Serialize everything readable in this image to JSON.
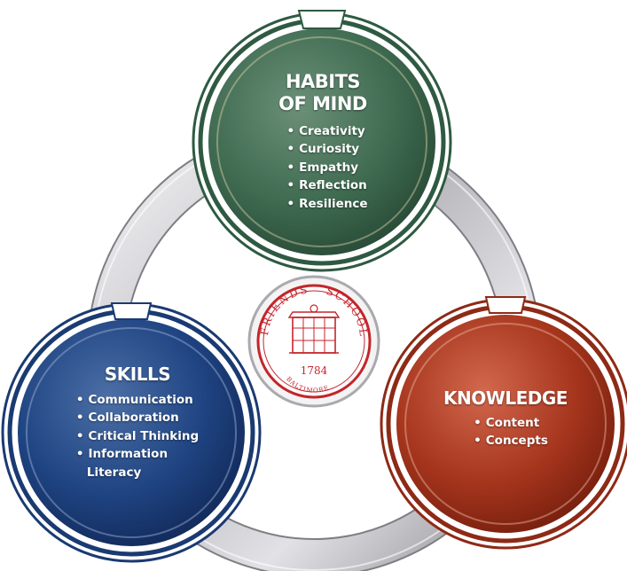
{
  "diagram": {
    "habits": {
      "title_line1": "HABITS",
      "title_line2": "OF MIND",
      "items": [
        "Creativity",
        "Curiosity",
        "Empathy",
        "Reflection",
        "Resilience"
      ]
    },
    "skills": {
      "title": "SKILLS",
      "items": [
        "Communication",
        "Collaboration",
        "Critical Thinking",
        "Information"
      ],
      "item_continuation": "Literacy"
    },
    "knowledge": {
      "title": "KNOWLEDGE",
      "items": [
        "Content",
        "Concepts"
      ]
    },
    "seal": {
      "text_friends": "FRIENDS",
      "text_school": "SCHOOL",
      "year": "1784",
      "city": "BALTIMORE"
    }
  },
  "colors": {
    "habits_green": "#3d6a4f",
    "skills_blue": "#1c3f7a",
    "knowledge_red": "#a8321c",
    "seal_red": "#c4252b",
    "ring_silver": "#c8c8cc"
  }
}
